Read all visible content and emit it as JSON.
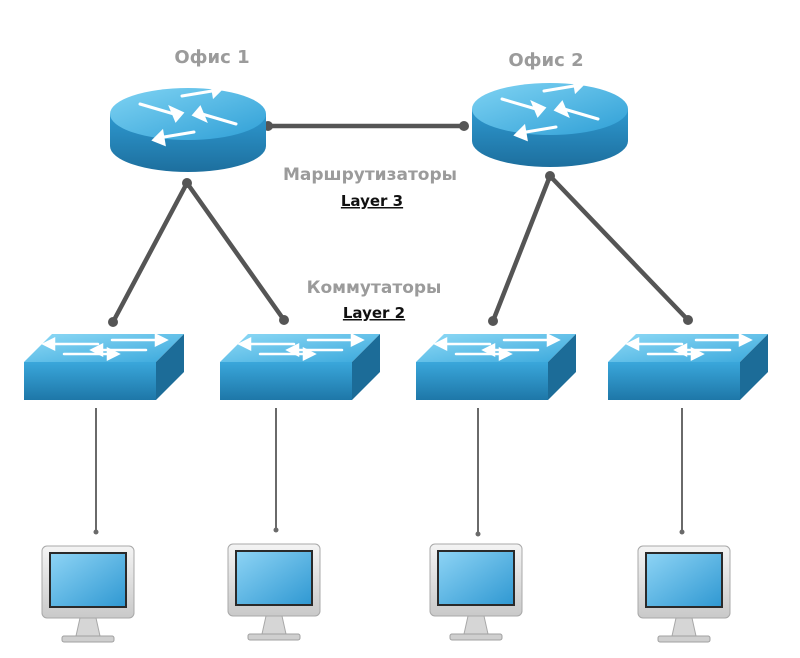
{
  "offices": [
    {
      "label": "Офис 1"
    },
    {
      "label": "Офис 2"
    }
  ],
  "routers_caption": "Маршрутизаторы",
  "routers_layer": "Layer 3",
  "switches_caption": "Коммутаторы",
  "switches_layer": "Layer 2",
  "icons": {
    "router": "router-icon",
    "switch": "switch-icon",
    "computer": "computer-monitor-icon"
  },
  "colors": {
    "device_blue": "#2b8fc4",
    "device_light": "#62c2ec",
    "link": "#555555",
    "screen": "#59b7e8"
  }
}
